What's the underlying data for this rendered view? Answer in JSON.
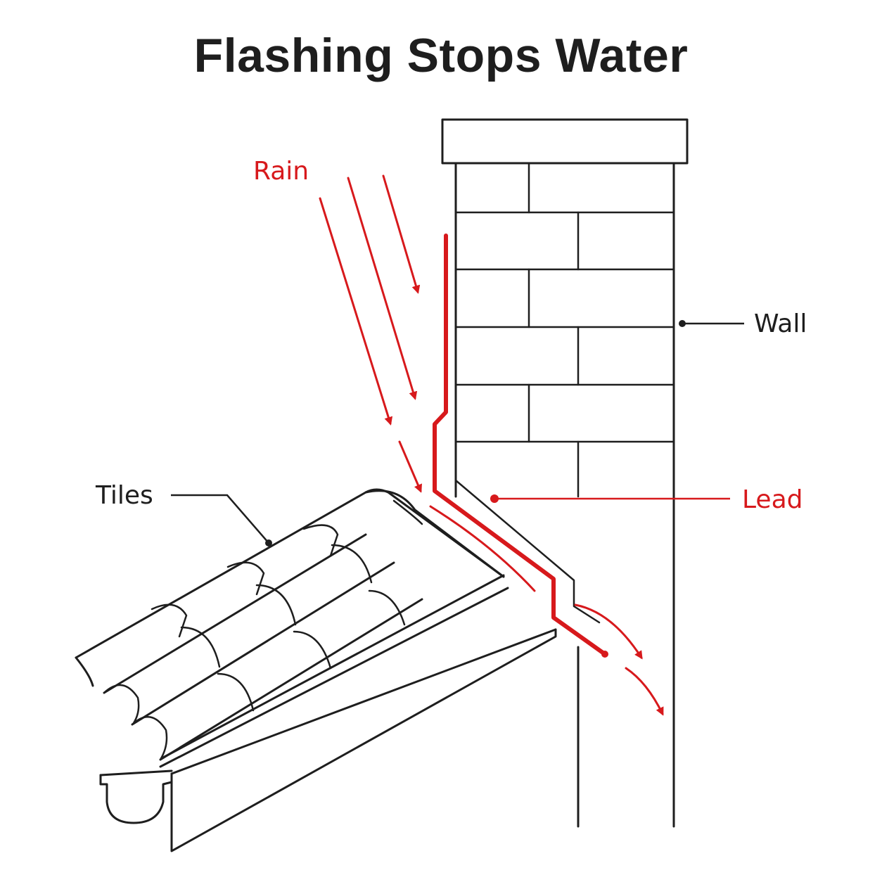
{
  "title": "Flashing Stops Water",
  "labels": {
    "rain": "Rain",
    "wall": "Wall",
    "lead": "Lead",
    "tiles": "Tiles"
  },
  "colors": {
    "ink": "#1e1e1e",
    "accent_red": "#d7191c",
    "background": "#ffffff"
  }
}
